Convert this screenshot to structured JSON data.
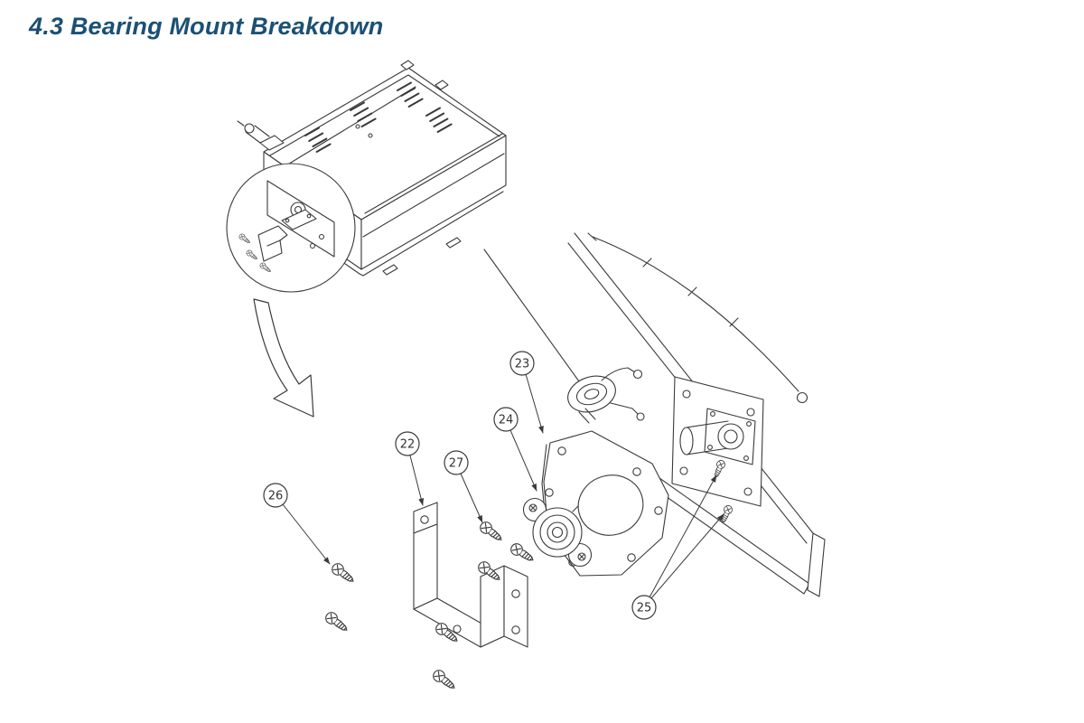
{
  "page": {
    "title": "4.3 Bearing Mount Breakdown"
  },
  "colors": {
    "title_color": "#1b5075",
    "line_color": "#3a3a3a",
    "background": "#ffffff"
  },
  "callouts": [
    {
      "id": "22"
    },
    {
      "id": "23"
    },
    {
      "id": "24"
    },
    {
      "id": "25"
    },
    {
      "id": "26"
    },
    {
      "id": "27"
    }
  ]
}
